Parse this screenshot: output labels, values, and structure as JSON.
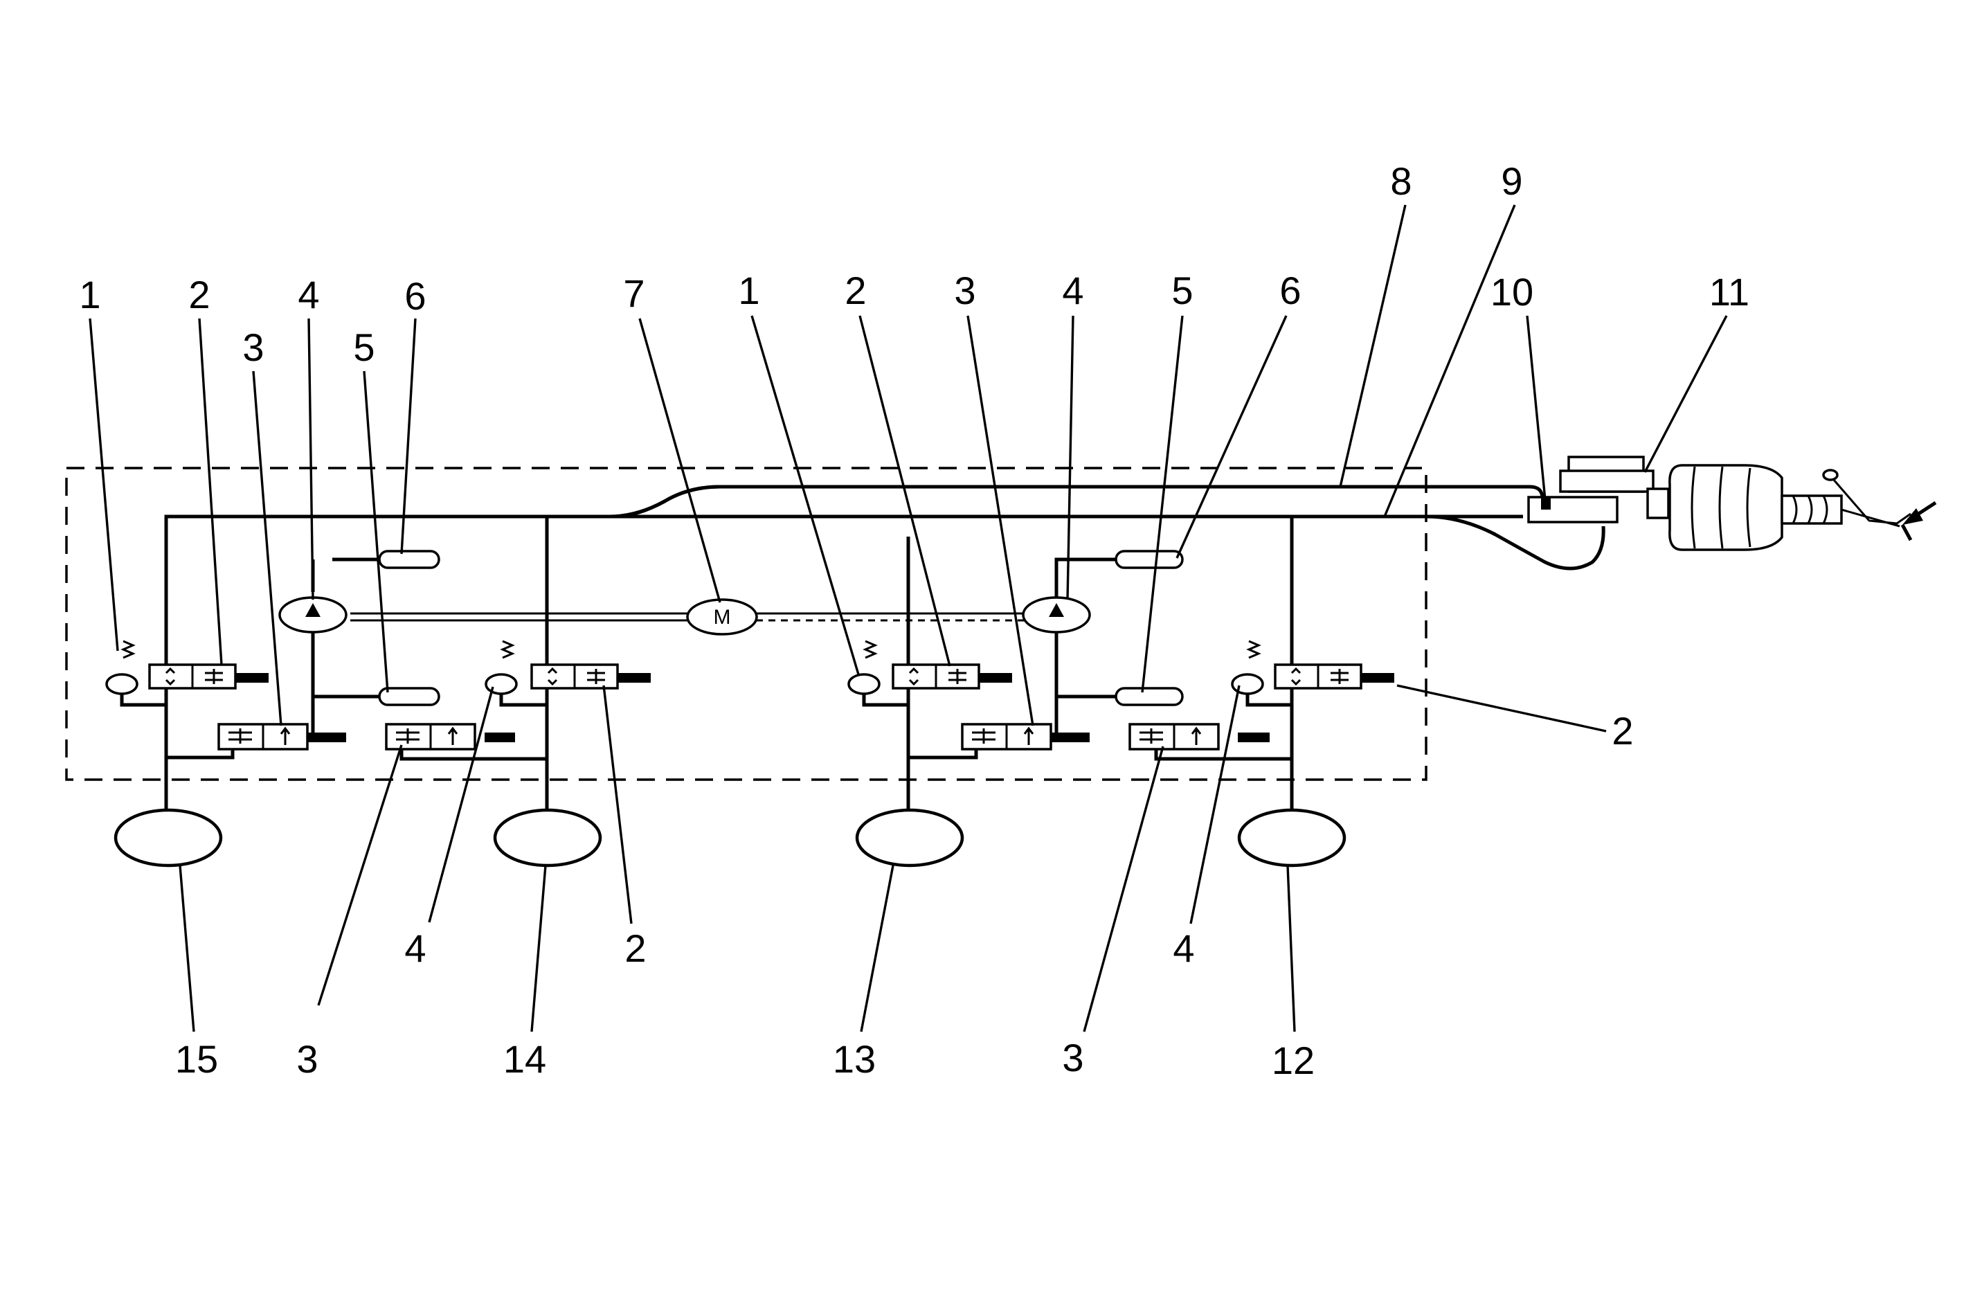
{
  "callouts": {
    "top_left": [
      "1",
      "2",
      "3",
      "4",
      "5",
      "6"
    ],
    "motor": "7",
    "top_mid": [
      "1",
      "2",
      "3",
      "4",
      "5",
      "6"
    ],
    "line_a": "8",
    "line_b": "9",
    "switch": "10",
    "booster": "11",
    "right_outlet": "2",
    "bottom_valves": [
      "3",
      "4",
      "2",
      "4",
      "3"
    ],
    "wheels": [
      "15",
      "14",
      "13",
      "12"
    ]
  },
  "motor_symbol": "M"
}
